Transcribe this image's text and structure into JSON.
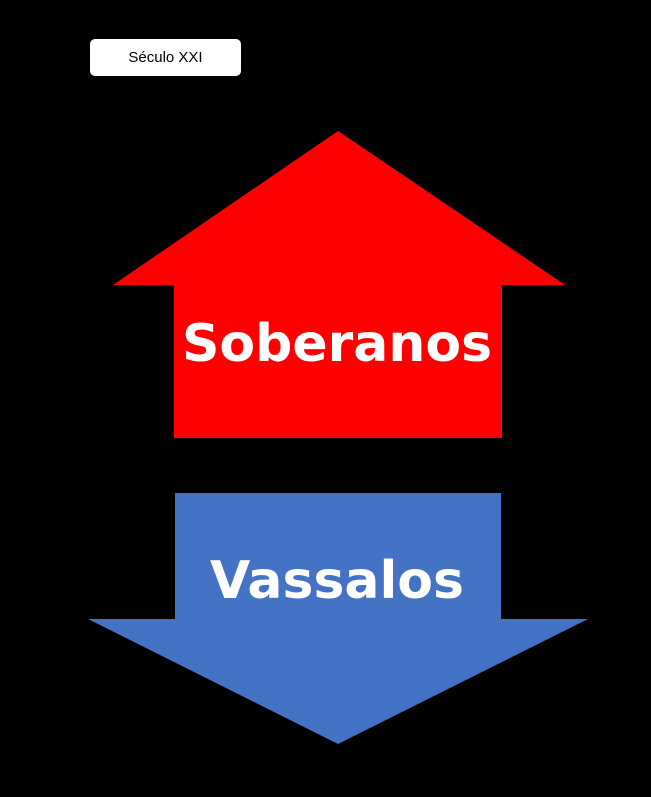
{
  "header_label": "Século XXI",
  "arrows": {
    "up": {
      "label": "Soberanos",
      "color": "#ff0000",
      "direction": "up"
    },
    "down": {
      "label": "Vassalos",
      "color": "#4472c4",
      "direction": "down"
    }
  },
  "background_color": "#000000"
}
